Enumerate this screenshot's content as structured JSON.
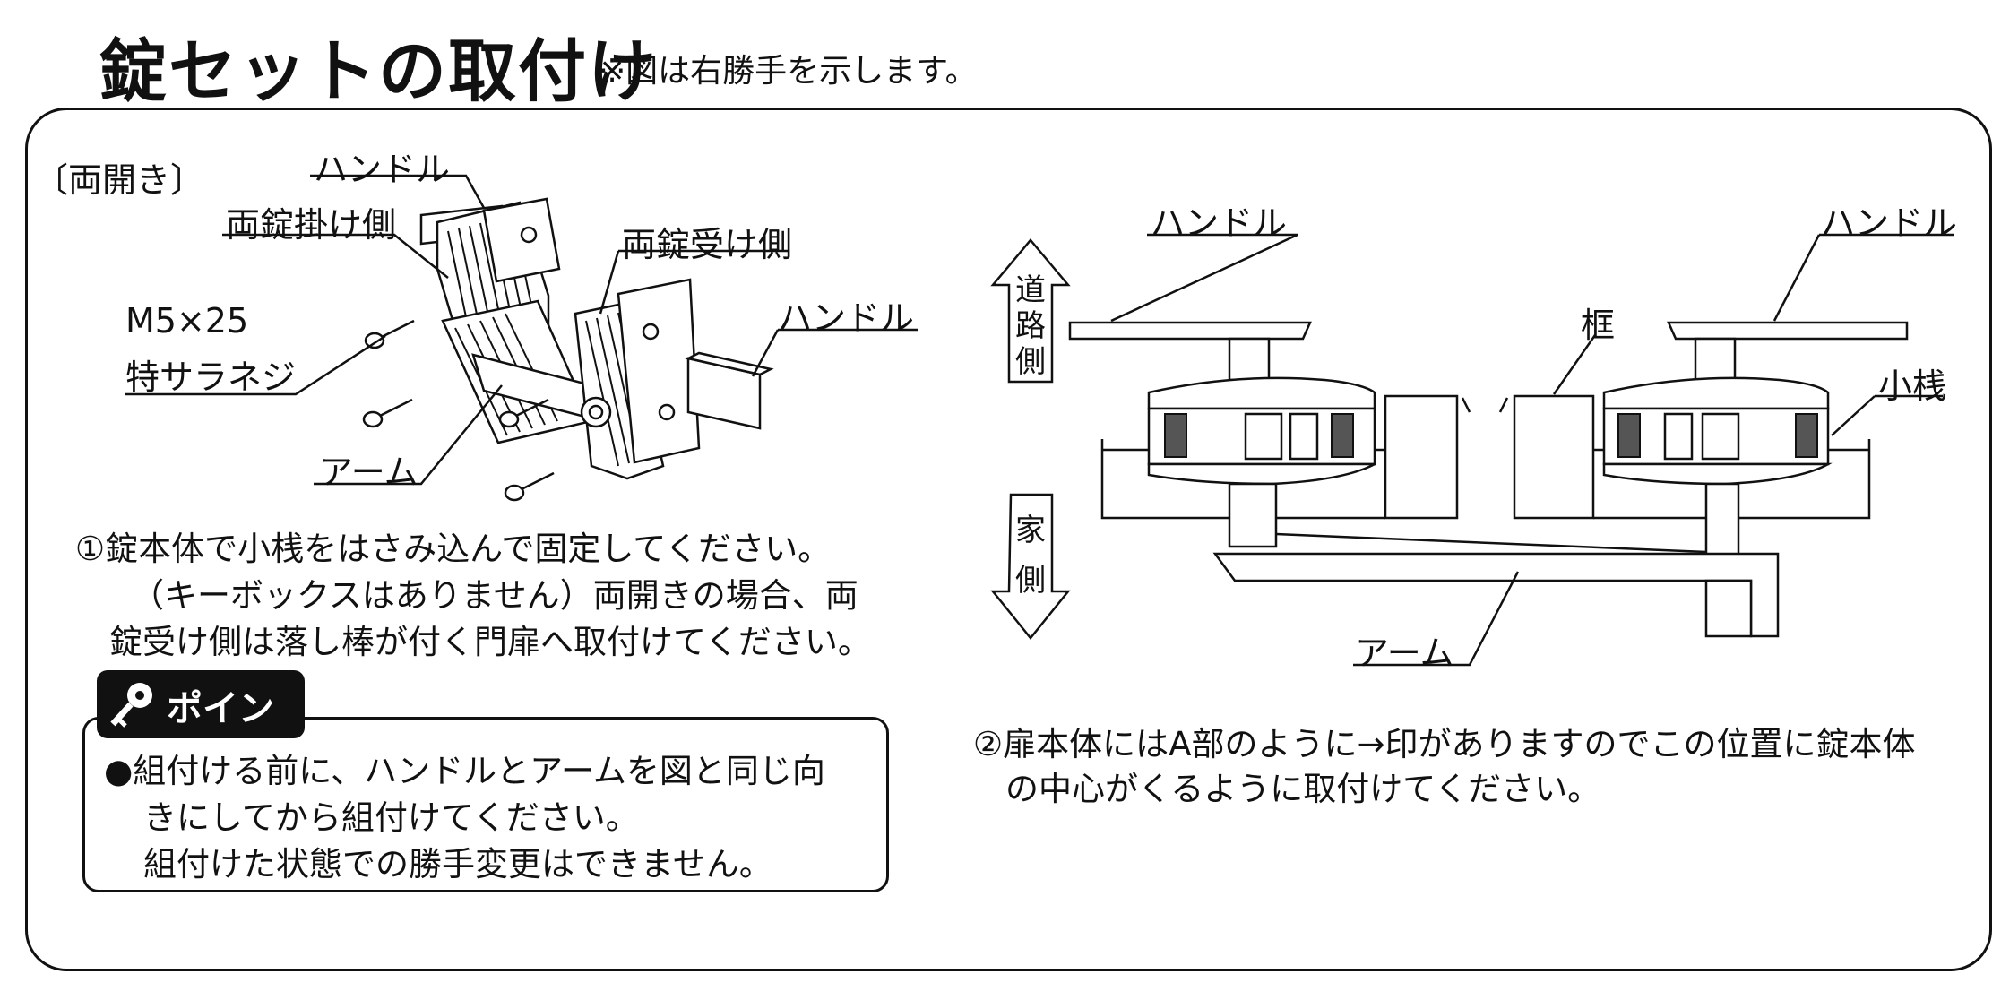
{
  "title": "錠セットの取付け",
  "subtitle": "※図は右勝手を示します。",
  "left_panel": {
    "section_label": "〔両開き〕",
    "labels": {
      "handle_top": "ハンドル",
      "latch_side": "両錠掛け側",
      "receiver_side": "両錠受け側",
      "handle_right": "ハンドル",
      "screw_line1": "M5×25",
      "screw_line2": "特サラネジ",
      "arm": "アーム"
    },
    "instruction": {
      "line1": "①錠本体で小桟をはさみ込んで固定してください。",
      "line2": "（キーボックスはありません）両開きの場合、両",
      "line3": "錠受け側は落し棒が付く門扉へ取付けてください。"
    },
    "point": {
      "tag": "ポイント",
      "line1": "●組付ける前に、ハンドルとアームを図と同じ向",
      "line2": "きにしてから組付けてください。",
      "line3": "組付けた状態での勝手変更はできません。"
    }
  },
  "right_panel": {
    "road_side": [
      "道",
      "路",
      "側"
    ],
    "house_side": [
      "家",
      "側"
    ],
    "labels": {
      "handle_left": "ハンドル",
      "handle_right": "ハンドル",
      "frame": "框",
      "small_rail": "小桟",
      "arm": "アーム"
    },
    "instruction": {
      "line1": "②扉本体にはA部のように→印がありますのでこの位置に錠本体",
      "line2": "の中心がくるように取付けてください。"
    }
  }
}
